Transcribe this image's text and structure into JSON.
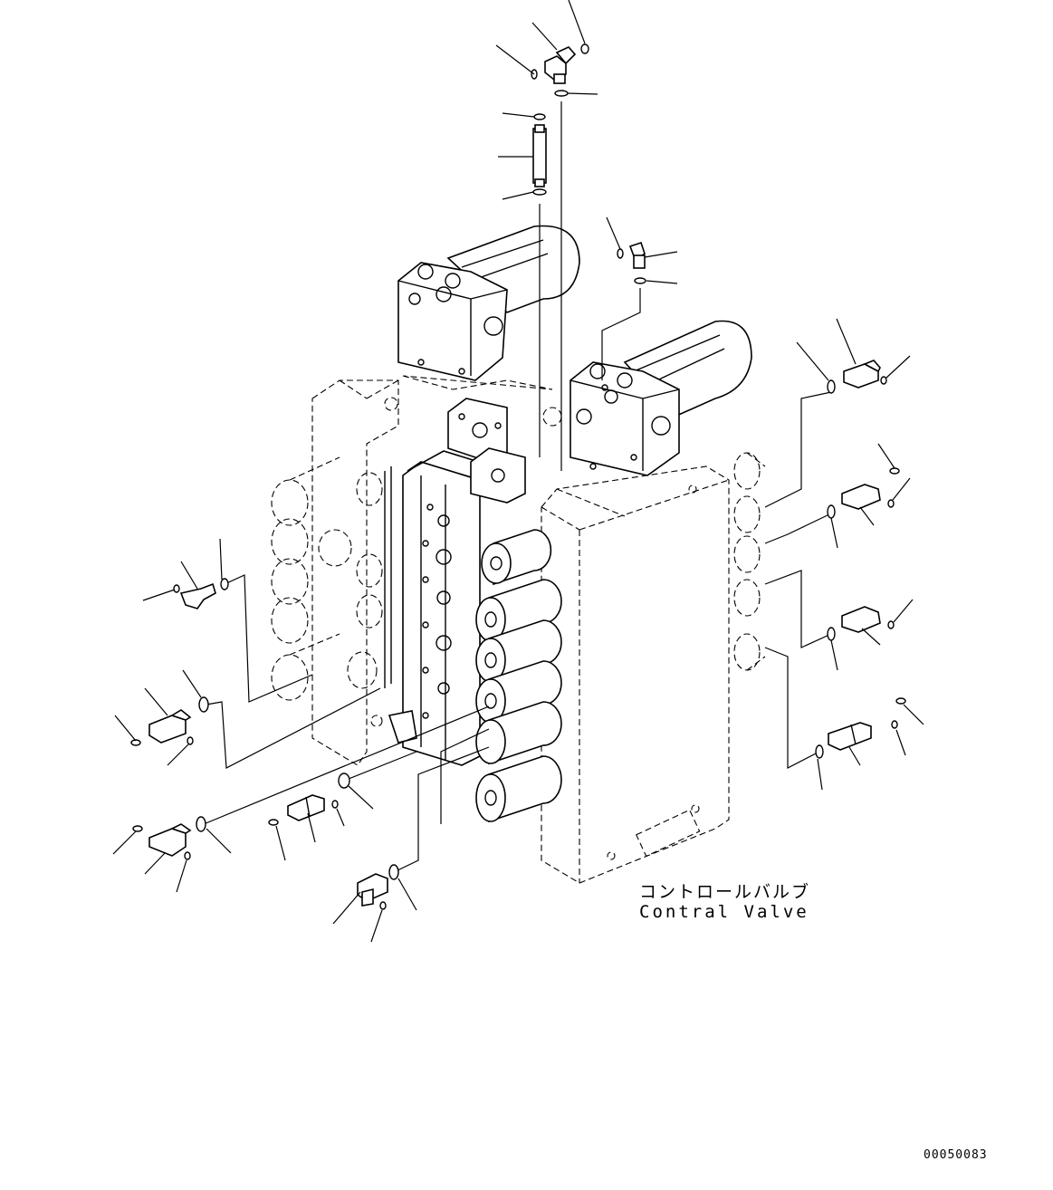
{
  "diagram": {
    "component_label_jp": "コントロールバルブ",
    "component_label_en": "Contral Valve",
    "drawing_number": "00050083"
  }
}
